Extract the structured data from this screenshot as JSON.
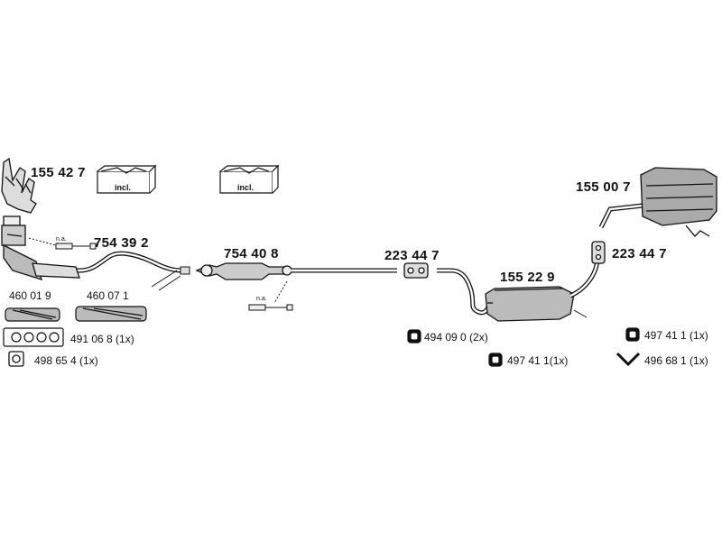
{
  "parts": {
    "manifold": "155 42 7",
    "front_pipe": "754 39 2",
    "catalyst": "754 40 8",
    "clamp_mid": "223 44 7",
    "middle_silencer": "155 22 9",
    "rear_silencer": "155 00 7",
    "clamp_rear": "223 44 7"
  },
  "gaskets": {
    "gasket_a": "460 01 9",
    "gasket_b": "460 07 1",
    "manifold_gasket": "491 06 8 (1x)",
    "flange_gasket": "498 65 4 (1x)"
  },
  "hangers": {
    "rubber_mid": "494 09 0 (2x)",
    "rubber_rear_1": "497 41 1(1x)",
    "rubber_rear_2": "497 41 1 (1x)",
    "hanger_y": "496 68 1 (1x)"
  },
  "notes": {
    "not_available_1": "n.a.",
    "not_available_2": "n.a.",
    "included_1": "incl.",
    "included_2": "incl."
  },
  "icons": [
    "exhaust-manifold-icon",
    "parts-box-icon",
    "lambda-sensor-icon",
    "rubber-hanger-icon",
    "y-hanger-icon",
    "gasket-icon"
  ]
}
